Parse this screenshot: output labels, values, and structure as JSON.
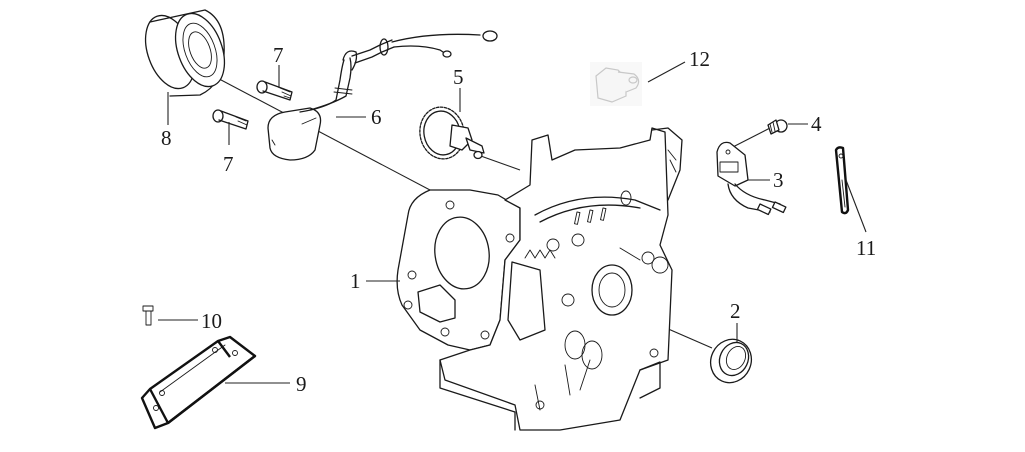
{
  "diagram": {
    "type": "exploded-parts-diagram",
    "subject": "engine crankcase assembly",
    "callouts": [
      {
        "id": "1",
        "label": "1",
        "part": "crankcase"
      },
      {
        "id": "2",
        "label": "2",
        "part": "oil seal"
      },
      {
        "id": "3",
        "label": "3",
        "part": "oil level sensor"
      },
      {
        "id": "4",
        "label": "4",
        "part": "sensor bolt"
      },
      {
        "id": "5",
        "label": "5",
        "part": "governor gear assembly"
      },
      {
        "id": "6",
        "label": "6",
        "part": "breather tube / wiring assembly"
      },
      {
        "id": "7a",
        "label": "7",
        "part": "flange bolt"
      },
      {
        "id": "7b",
        "label": "7",
        "part": "flange bolt"
      },
      {
        "id": "8",
        "label": "8",
        "part": "ball bearing"
      },
      {
        "id": "9",
        "label": "9",
        "part": "mounting bracket"
      },
      {
        "id": "10",
        "label": "10",
        "part": "bolt"
      },
      {
        "id": "11",
        "label": "11",
        "part": "clip"
      },
      {
        "id": "12",
        "label": "12",
        "part": "wire clamp (faded)"
      }
    ]
  }
}
